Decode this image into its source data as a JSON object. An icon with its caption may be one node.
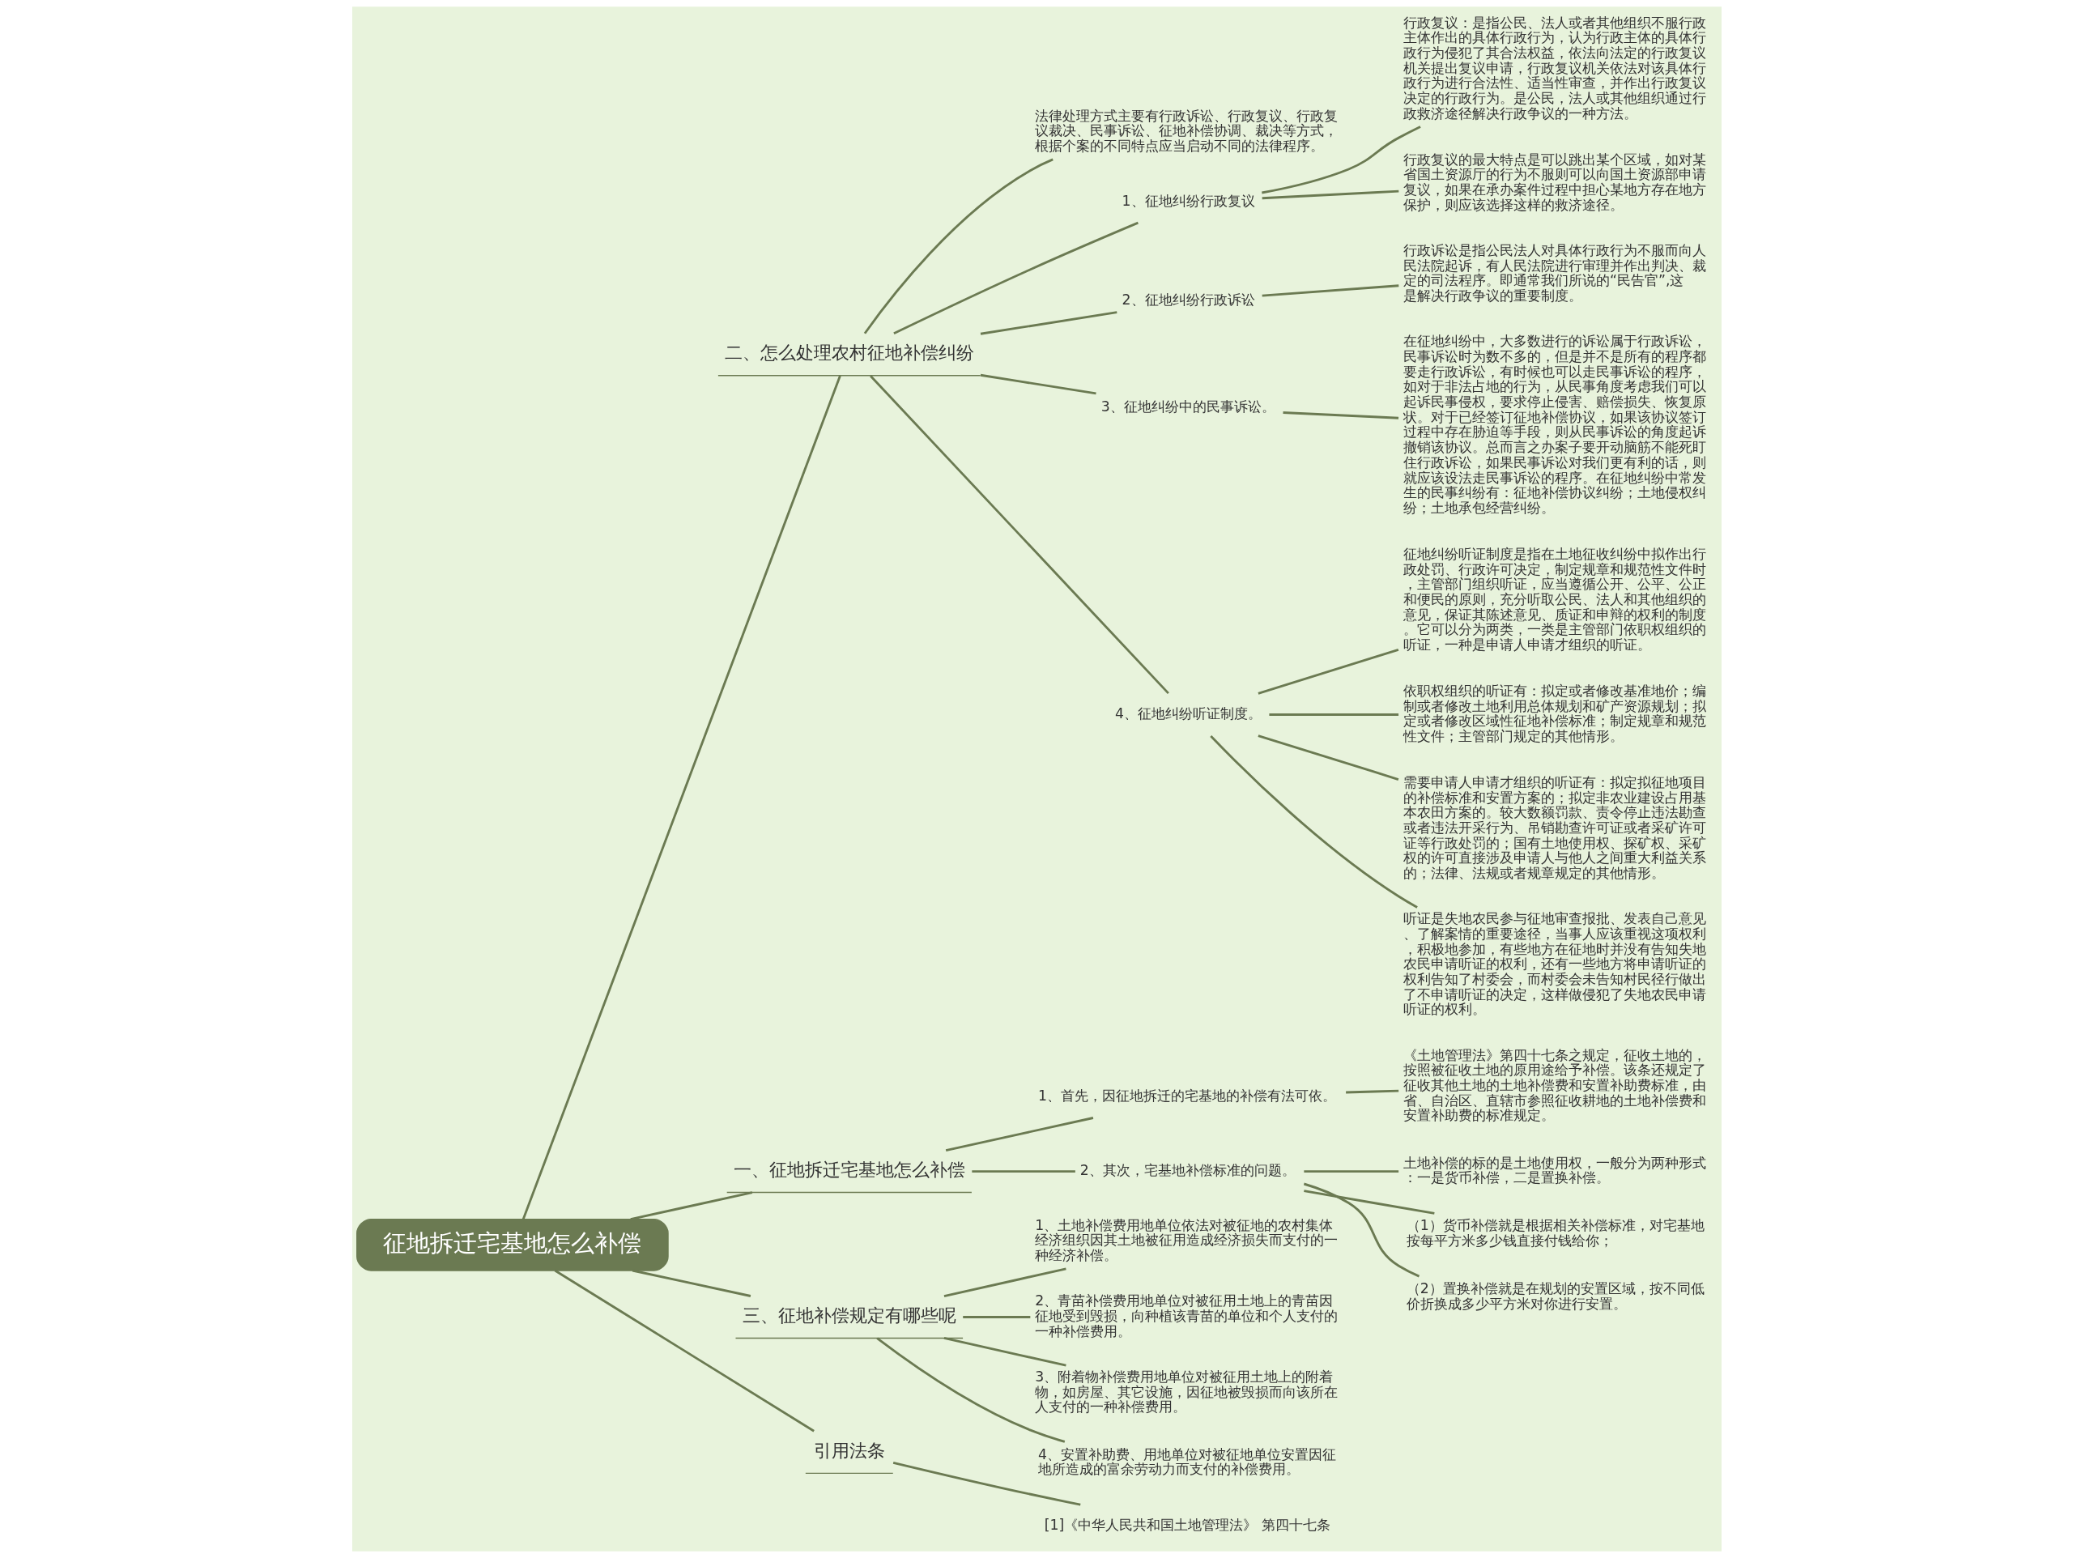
{
  "diagram": {
    "nodes": [
      {
        "text": [
          "征地拆迁宅基地怎么补偿"
        ]
      },
      {
        "text": [
          "二、怎么处理农村征地补偿纠纷"
        ]
      },
      {
        "text": [
          "法律处理方式主要有行政诉讼、行政复议、行政复议裁决、民事诉讼、征地补偿协调、裁决等方式，根据个案的不同特点应当启动不同的法律程序。"
        ]
      },
      {
        "text": [
          "1、征地纠纷行政复议"
        ]
      },
      {
        "text": [
          "行政复议：是指公民、法人或者其他组织不服行政主体作出的具体行政行为，认为行政主体的具体行政行为侵犯了其合法权益，依法向法定的行政复议机关提出复议申请，行政复议机关依法对该具体行政行为进行合法性、适当性审查，并作出行政复议决定的行政行为。是公民，法人或其他组织通过行政救济途径解决行政争议的一种方法。"
        ]
      },
      {
        "text": [
          "行政复议的最大特点是可以跳出某个区域，如对某省国土资源厅的行为不服则可以向国土资源部申请复议，如果在承办案件过程中担心某地方存在地方保护，则应该选择这样的救济途径。"
        ]
      },
      {
        "text": [
          "2、征地纠纷行政诉讼"
        ]
      },
      {
        "text": [
          "行政诉讼是指公民法人对具体行政行为不服而向人民法院起诉，有人民法院进行审理并作出判决、裁定的司法程序。即通常我们所说的“民告官”,这是解决行政争议的重要制度。"
        ]
      },
      {
        "text": [
          "3、征地纠纷中的民事诉讼。"
        ]
      },
      {
        "text": [
          "在征地纠纷中，大多数进行的诉讼属于行政诉讼，民事诉讼时为数不多的，但是并不是所有的程序都要走行政诉讼，有时候也可以走民事诉讼的程序，如对于非法占地的行为，从民事角度考虑我们可以起诉民事侵权，要求停止侵害、赔偿损失、恢复原状。对于已经签订征地补偿协议，如果该协议签订过程中存在胁迫等手段，则从民事诉讼的角度起诉撤销该协议。总而言之办案子要开动脑筋不能死盯住行政诉讼，如果民事诉讼对我们更有利的话，则就应该设法走民事诉讼的程序。在征地纠纷中常发生的民事纠纷有：征地补偿协议纠纷；土地侵权纠纷；土地承包经营纠纷。"
        ]
      },
      {
        "text": [
          "4、征地纠纷听证制度。"
        ]
      },
      {
        "text": [
          "征地纠纷听证制度是指在土地征收纠纷中拟作出行政处罚、行政许可决定，制定规章和规范性文件时，主管部门组织听证，应当遵循公开、公平、公正和便民的原则，充分听取公民、法人和其他组织的意见，保证其陈述意见、质证和申辩的权利的制度。它可以分为两类，一类是主管部门依职权组织的听证，一种是申请人申请才组织的听证。"
        ]
      },
      {
        "text": [
          "依职权组织的听证有：拟定或者修改基准地价；编制或者修改土地利用总体规划和矿产资源规划；拟定或者修改区域性征地补偿标准；制定规章和规范性文件；主管部门规定的其他情形。"
        ]
      },
      {
        "text": [
          "需要申请人申请才组织的听证有：拟定拟征地项目的补偿标准和安置方案的；拟定非农业建设占用基本农田方案的。较大数额罚款、责令停止违法勘查或者违法开采行为、吊销勘查许可证或者采矿许可证等行政处罚的；国有土地使用权、探矿权、采矿权的许可直接涉及申请人与他人之间重大利益关系的；法律、法规或者规章规定的其他情形。"
        ]
      },
      {
        "text": [
          "听证是失地农民参与征地审查报批、发表自己意见、了解案情的重要途径，当事人应该重视这项权利，积极地参加，有些地方在征地时并没有告知失地农民申请听证的权利，还有一些地方将申请听证的权利告知了村委会，而村委会未告知村民径行做出了不申请听证的决定，这样做侵犯了失地农民申请听证的权利。"
        ]
      },
      {
        "text": [
          "一、征地拆迁宅基地怎么补偿"
        ]
      },
      {
        "text": [
          "1、首先，因征地拆迁的宅基地的补偿有法可依。"
        ]
      },
      {
        "text": [
          "《土地管理法》第四十七条之规定，征收土地的，按照被征收土地的原用途给予补偿。该条还规定了征收其他土地的土地补偿费和安置补助费标准，由省、自治区、直辖市参照征收耕地的土地补偿费和安置补助费的标准规定。"
        ]
      },
      {
        "text": [
          "2、其次，宅基地补偿标准的问题。"
        ]
      },
      {
        "text": [
          "土地补偿的标的是土地使用权，一般分为两种形式：一是货币补偿，二是置换补偿。"
        ]
      },
      {
        "text": [
          "（1）货币补偿就是根据相关补偿标准，对宅基地按每平方米多少钱直接付钱给你；"
        ]
      },
      {
        "text": [
          "（2）置换补偿就是在规划的安置区域，按不同低价折换成多少平方米对你进行安置。"
        ]
      },
      {
        "text": [
          "三、征地补偿规定有哪些呢"
        ]
      },
      {
        "text": [
          "1、土地补偿费用地单位依法对被征地的农村集体经济组织因其土地被征用造成经济损失而支付的一种经济补偿。"
        ]
      },
      {
        "text": [
          "2、青苗补偿费用地单位对被征用土地上的青苗因征地受到毁损，向种植该青苗的单位和个人支付的一种补偿费用。"
        ]
      },
      {
        "text": [
          "3、附着物补偿费用地单位对被征用土地上的附着物，如房屋、其它设施，因征地被毁损而向该所在人支付的一种补偿费用。"
        ]
      },
      {
        "text": [
          "4、安置补助费、用地单位对被征地单位安置因征地所造成的富余劳动力而支付的补偿费用。"
        ]
      },
      {
        "text": [
          "引用法条"
        ]
      },
      {
        "text": [
          "[1]《中华人民共和国土地管理法》 第四十七条"
        ]
      }
    ],
    "edges": [
      {
        "from": 0,
        "to": 1,
        "arrow": "none"
      },
      {
        "from": 1,
        "to": 2,
        "arrow": "none"
      },
      {
        "from": 1,
        "to": 3,
        "arrow": "none"
      },
      {
        "from": 3,
        "to": 4,
        "arrow": "none"
      },
      {
        "from": 3,
        "to": 5,
        "arrow": "none"
      },
      {
        "from": 1,
        "to": 6,
        "arrow": "none"
      },
      {
        "from": 6,
        "to": 7,
        "arrow": "none"
      },
      {
        "from": 1,
        "to": 8,
        "arrow": "none"
      },
      {
        "from": 8,
        "to": 9,
        "arrow": "none"
      },
      {
        "from": 1,
        "to": 10,
        "arrow": "none"
      },
      {
        "from": 10,
        "to": 11,
        "arrow": "none"
      },
      {
        "from": 10,
        "to": 12,
        "arrow": "none"
      },
      {
        "from": 10,
        "to": 13,
        "arrow": "none"
      },
      {
        "from": 10,
        "to": 14,
        "arrow": "none"
      },
      {
        "from": 0,
        "to": 15,
        "arrow": "none"
      },
      {
        "from": 15,
        "to": 16,
        "arrow": "none"
      },
      {
        "from": 16,
        "to": 17,
        "arrow": "none"
      },
      {
        "from": 15,
        "to": 18,
        "arrow": "none"
      },
      {
        "from": 18,
        "to": 19,
        "arrow": "none"
      },
      {
        "from": 18,
        "to": 20,
        "arrow": "none"
      },
      {
        "from": 18,
        "to": 21,
        "arrow": "none"
      },
      {
        "from": 0,
        "to": 22,
        "arrow": "none"
      },
      {
        "from": 22,
        "to": 23,
        "arrow": "none"
      },
      {
        "from": 22,
        "to": 24,
        "arrow": "none"
      },
      {
        "from": 22,
        "to": 25,
        "arrow": "none"
      },
      {
        "from": 22,
        "to": 26,
        "arrow": "none"
      },
      {
        "from": 0,
        "to": 27,
        "arrow": "none"
      },
      {
        "from": 27,
        "to": 28,
        "arrow": "none"
      }
    ]
  }
}
